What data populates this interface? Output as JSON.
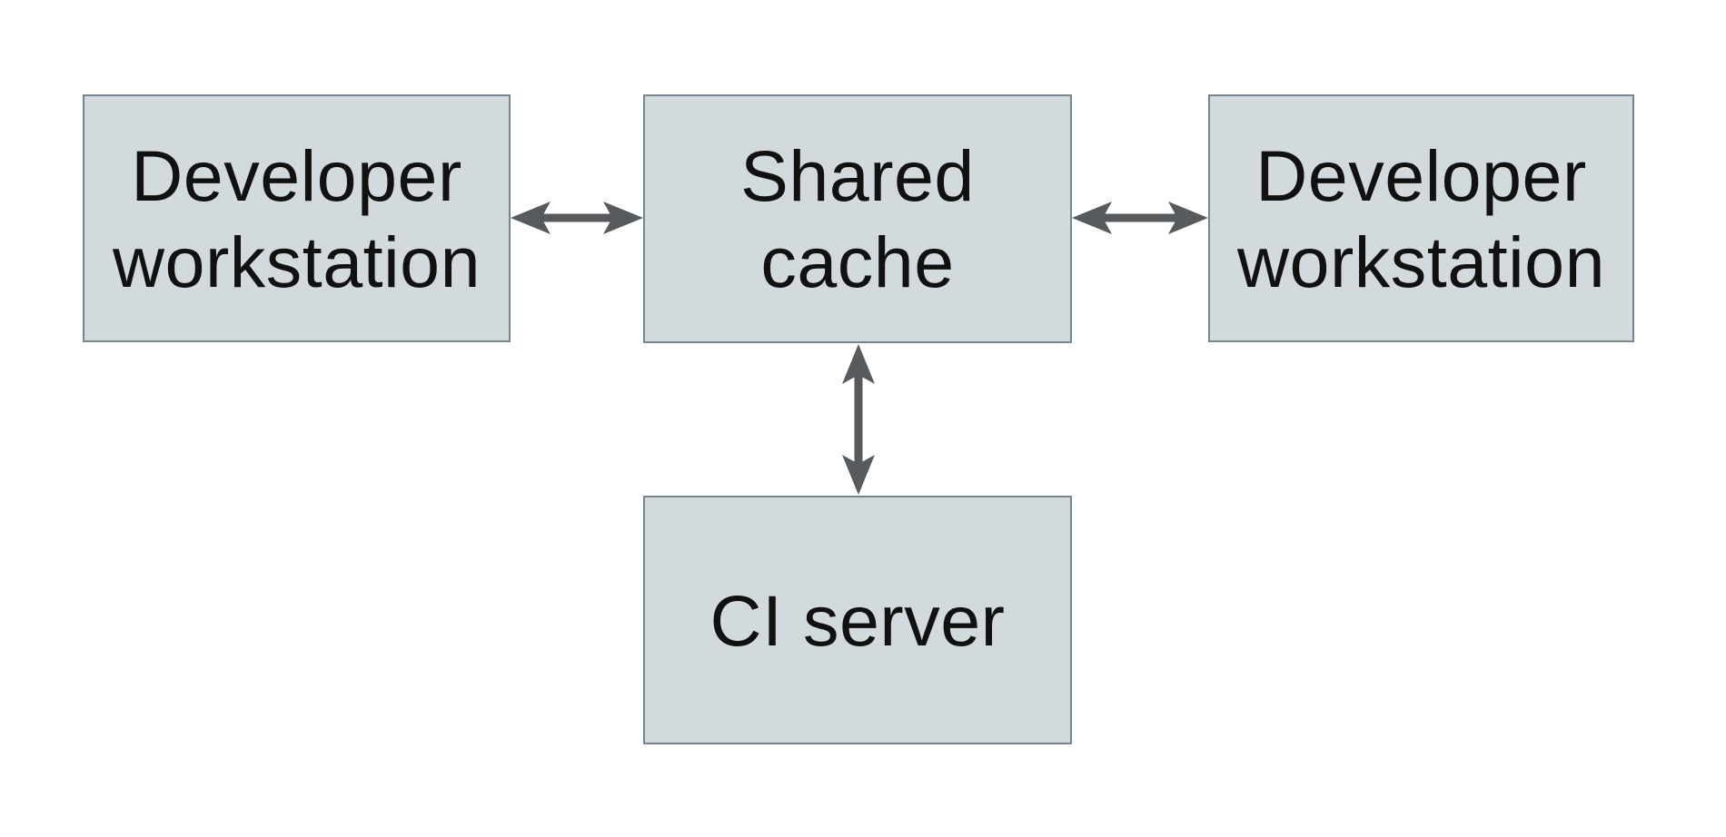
{
  "colors": {
    "canvas_bg": "#ffffff",
    "node_fill": "#d3dadd",
    "node_border": "#76868f",
    "arrow": "#575b5e",
    "text": "#111111"
  },
  "diagram": {
    "type": "architecture-diagram",
    "nodes": [
      {
        "id": "developer-workstation-left",
        "label": "Developer workstation",
        "lines": [
          "Developer",
          "workstation"
        ]
      },
      {
        "id": "shared-cache",
        "label": "Shared cache",
        "lines": [
          "Shared",
          "cache"
        ]
      },
      {
        "id": "developer-workstation-right",
        "label": "Developer workstation",
        "lines": [
          "Developer",
          "workstation"
        ]
      },
      {
        "id": "ci-server",
        "label": "CI server",
        "lines": [
          "CI server"
        ]
      }
    ],
    "edges": [
      {
        "from": "developer-workstation-left",
        "to": "shared-cache",
        "direction": "bidirectional",
        "orientation": "horizontal"
      },
      {
        "from": "shared-cache",
        "to": "developer-workstation-right",
        "direction": "bidirectional",
        "orientation": "horizontal"
      },
      {
        "from": "shared-cache",
        "to": "ci-server",
        "direction": "bidirectional",
        "orientation": "vertical"
      }
    ]
  }
}
